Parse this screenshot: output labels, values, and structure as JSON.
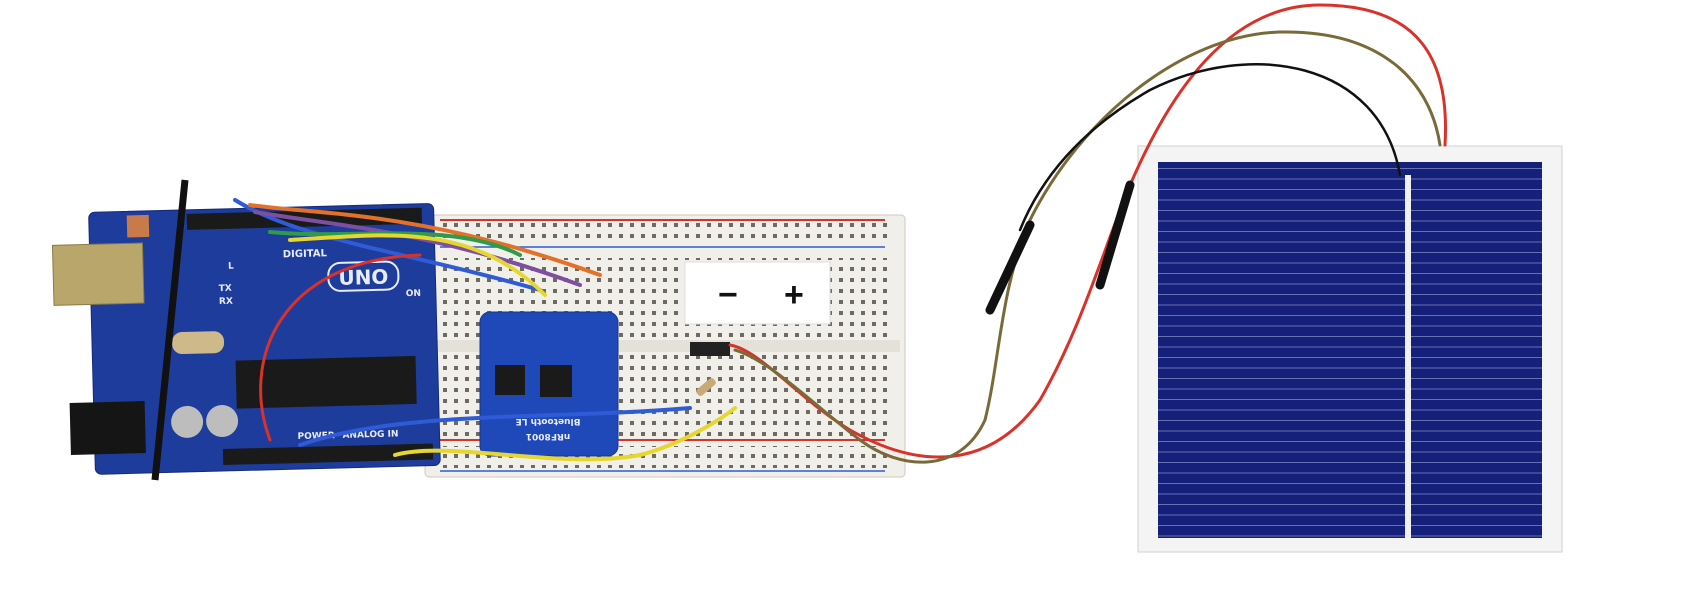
{
  "scene": {
    "arduino": {
      "logo": "UNO",
      "digital_label": "DIGITAL",
      "on_label": "ON",
      "tx_label": "TX",
      "rx_label": "RX",
      "l_label": "L",
      "power_label": "POWER",
      "analog_label": "ANALOG IN",
      "board_color": "#1e3c9c"
    },
    "breadboard": {
      "polarity_card": {
        "minus": "−",
        "plus": "+"
      },
      "color": "#f1efe9"
    },
    "ble_module": {
      "name": "Bluetooth LE",
      "chip": "nRF8001",
      "color": "#1f48b8"
    },
    "solar_panel": {
      "cell_color": "#14207a",
      "frame_color": "#f4f4f4"
    },
    "wire_colors": [
      "#d8322a",
      "#111111",
      "#2f5bd6",
      "#e6d630",
      "#2e9a4a",
      "#e2712a",
      "#7d4fa0",
      "#7a6a3a"
    ]
  }
}
